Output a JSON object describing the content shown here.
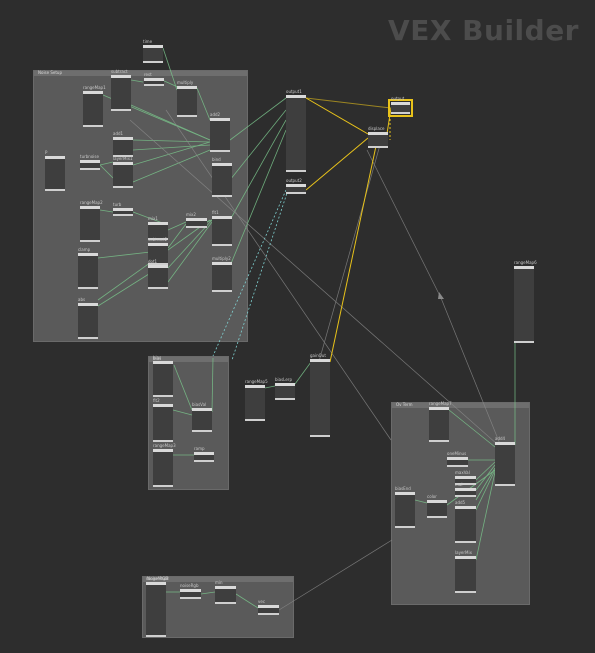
{
  "title": "VEX Builder",
  "colors": {
    "background": "#2d2d2d",
    "wire": "#79c28a",
    "selected_wire": "#e8c21a",
    "dashed_wire": "#7fd0d0",
    "box": "#5a5a5a"
  },
  "boxes": {
    "b1": {
      "label": "Noise Setup"
    },
    "b2": {
      "label": "bias"
    },
    "b3": {
      "label": "Ov Term"
    },
    "b4": {
      "label": "Noise RGB"
    }
  },
  "nodes": {
    "n_time": "time",
    "n_rest": "rest",
    "n_vt1": "rangeMap1",
    "n_sub": "subtract",
    "n_mul1": "multiply",
    "n_vtx": "add1",
    "n_lay": "layerMix1",
    "n_p": "P",
    "n_comp": "turbnoise",
    "n_tnoise": "turb",
    "n_rng2": "rangeMap2",
    "n_add2": "add2",
    "n_bind1": "bind",
    "n_mix1": "mix1",
    "n_mix2": "mix2",
    "n_fit1": "fit1",
    "n_sub2": "subtract2",
    "n_dot": "dot1",
    "n_clamp": "clamp",
    "n_mul2": "multiply2",
    "n_abs": "abs",
    "n_add3": "add3",
    "n_add4": "add4",
    "n_out1": "output1",
    "n_out2": "output2",
    "n_cd": "displace",
    "n_sel": "output",
    "n_bias": "bias",
    "n_rm1": "fit2",
    "n_rm2": "rangeMap3",
    "n_rm3": "rangeMap4",
    "n_b2a": "biasVal",
    "n_b2b": "ramp",
    "n_rangeL": "rangeMap5",
    "n_biasL": "biasLerp",
    "n_gain": "gainOut",
    "n_right": "rangeMap6",
    "n_o1": "rangeMap7",
    "n_o2": "oneMinus",
    "n_o3": "maxVal",
    "n_o4": "mul",
    "n_o5": "add5",
    "n_o6": "layerMix",
    "n_o7": "biasEnd",
    "n_o8": "color",
    "n_n1": "rangeMap8",
    "n_n2": "noiseRgb",
    "n_n3": "min",
    "n_n4": "vec"
  }
}
